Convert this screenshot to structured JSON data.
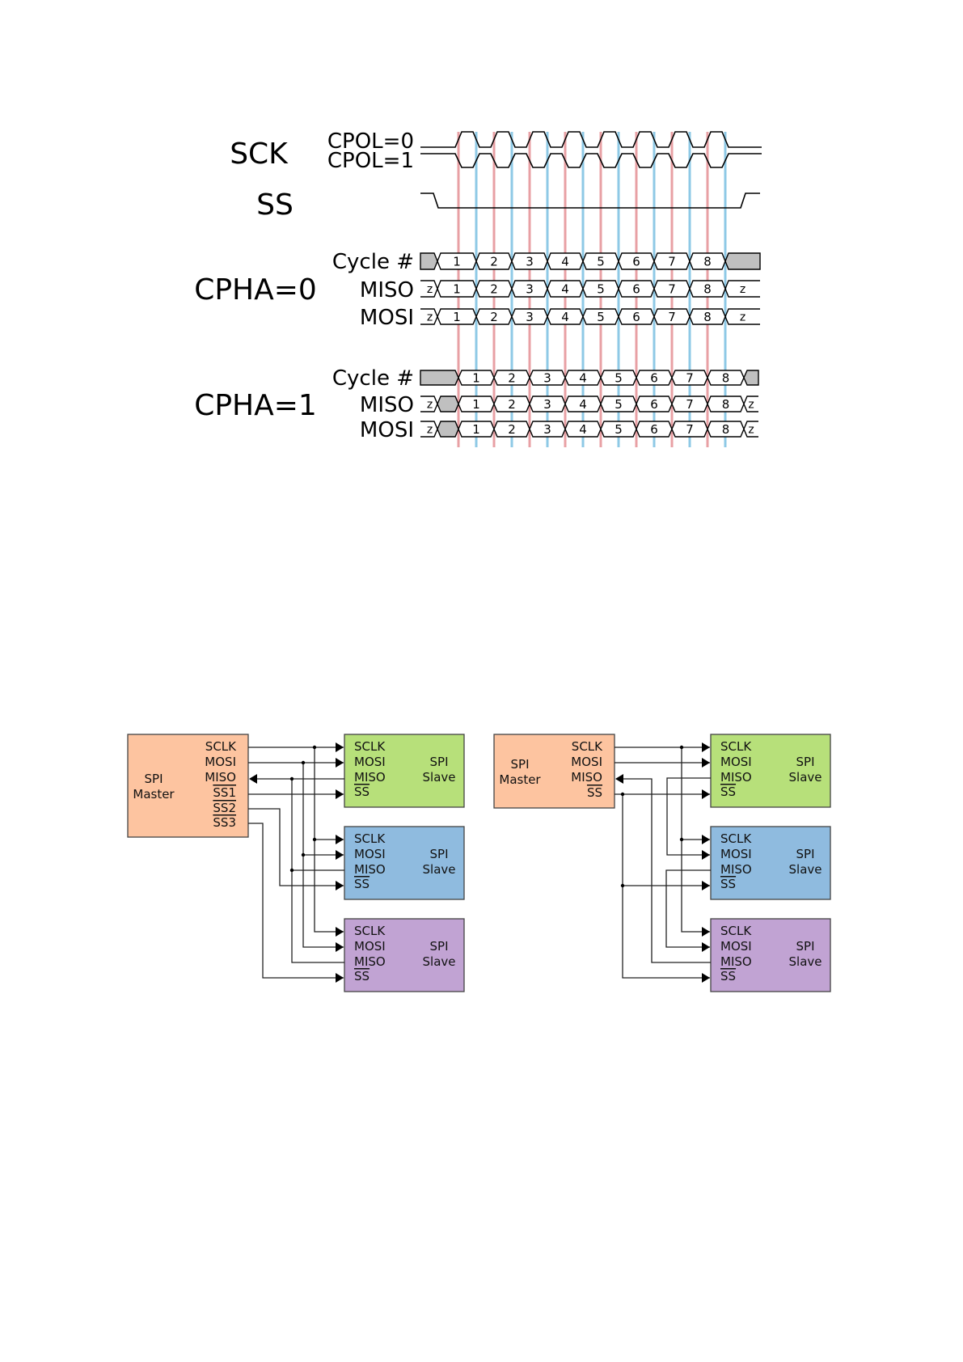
{
  "timing_diagram": {
    "title_labels": {
      "sck": "SCK",
      "cpol0": "CPOL=0",
      "cpol1": "CPOL=1",
      "ss": "SS",
      "cpha0": "CPHA=0",
      "cpha1": "CPHA=1"
    },
    "row_labels": {
      "cycle": "Cycle #",
      "miso": "MISO",
      "mosi": "MOSI"
    },
    "cycles": [
      "1",
      "2",
      "3",
      "4",
      "5",
      "6",
      "7",
      "8"
    ],
    "high_z_label": "z",
    "colors": {
      "leading_edge": "#e8a0a4",
      "trailing_edge": "#8ec9e6",
      "idle_fill": "#c0c0c0"
    }
  },
  "bus_diagrams": {
    "colors": {
      "master": "#fdc4a0",
      "slave_1": "#b7e07a",
      "slave_2": "#8fbbdf",
      "slave_3": "#c1a3d3"
    },
    "independent": {
      "master": {
        "name_line1": "SPI",
        "name_line2": "Master",
        "pins": [
          "SCLK",
          "MOSI",
          "MISO",
          "SS1",
          "SS2",
          "SS3"
        ]
      },
      "slaves": [
        {
          "name_line1": "SPI",
          "name_line2": "Slave",
          "pins": [
            "SCLK",
            "MOSI",
            "MISO",
            "SS"
          ]
        },
        {
          "name_line1": "SPI",
          "name_line2": "Slave",
          "pins": [
            "SCLK",
            "MOSI",
            "MISO",
            "SS"
          ]
        },
        {
          "name_line1": "SPI",
          "name_line2": "Slave",
          "pins": [
            "SCLK",
            "MOSI",
            "MISO",
            "SS"
          ]
        }
      ]
    },
    "daisy_chain": {
      "master": {
        "name_line1": "SPI",
        "name_line2": "Master",
        "pins": [
          "SCLK",
          "MOSI",
          "MISO",
          "SS"
        ]
      },
      "slaves": [
        {
          "name_line1": "SPI",
          "name_line2": "Slave",
          "pins": [
            "SCLK",
            "MOSI",
            "MISO",
            "SS"
          ]
        },
        {
          "name_line1": "SPI",
          "name_line2": "Slave",
          "pins": [
            "SCLK",
            "MOSI",
            "MISO",
            "SS"
          ]
        },
        {
          "name_line1": "SPI",
          "name_line2": "Slave",
          "pins": [
            "SCLK",
            "MOSI",
            "MISO",
            "SS"
          ]
        }
      ]
    }
  }
}
